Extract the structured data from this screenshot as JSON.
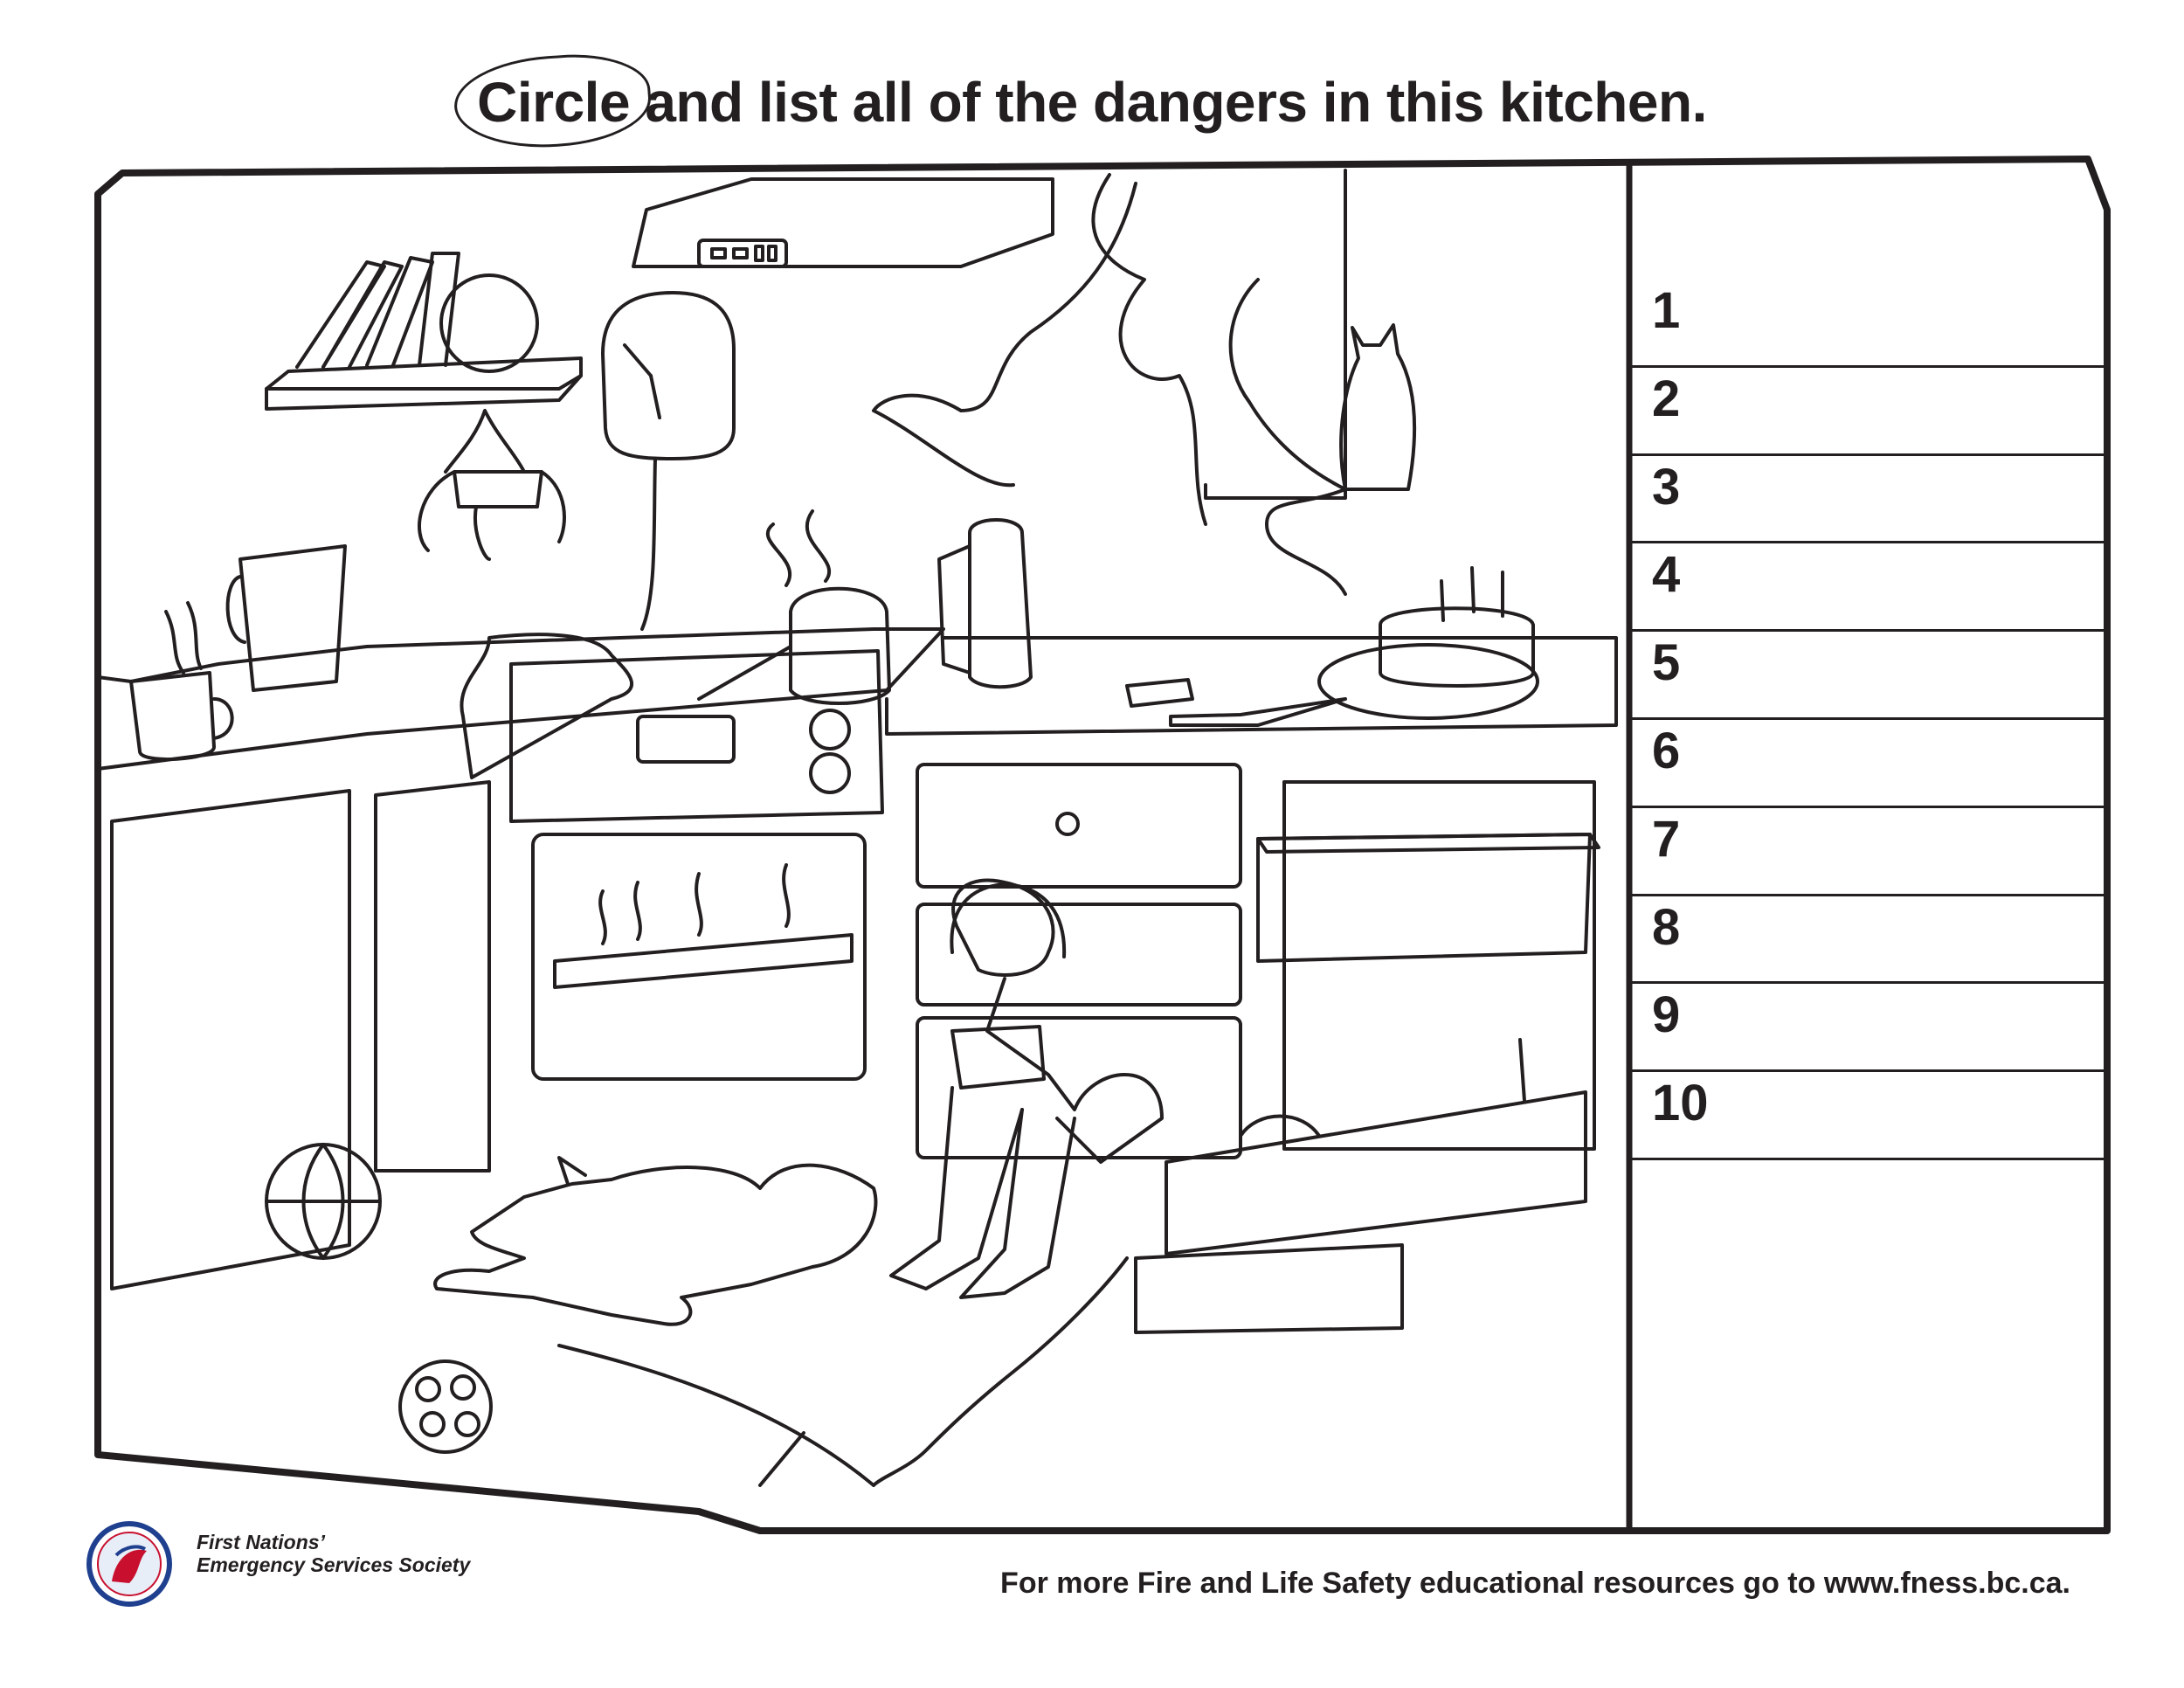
{
  "title": {
    "circled_word": "Circle",
    "rest": " and list all of the dangers in this kitchen."
  },
  "answer_list": {
    "numbers": [
      "1",
      "2",
      "3",
      "4",
      "5",
      "6",
      "7",
      "8",
      "9",
      "10"
    ]
  },
  "organization": {
    "line1": "First Nations’",
    "line2": "Emergency Services Society",
    "logo_icon": "fness-emblem-icon"
  },
  "footer": {
    "text": "For more Fire and Life Safety educational resources go to www.fness.bc.ca."
  },
  "colors": {
    "ink": "#231f20",
    "logo_red": "#c8102e",
    "logo_blue": "#1f3f8f"
  }
}
